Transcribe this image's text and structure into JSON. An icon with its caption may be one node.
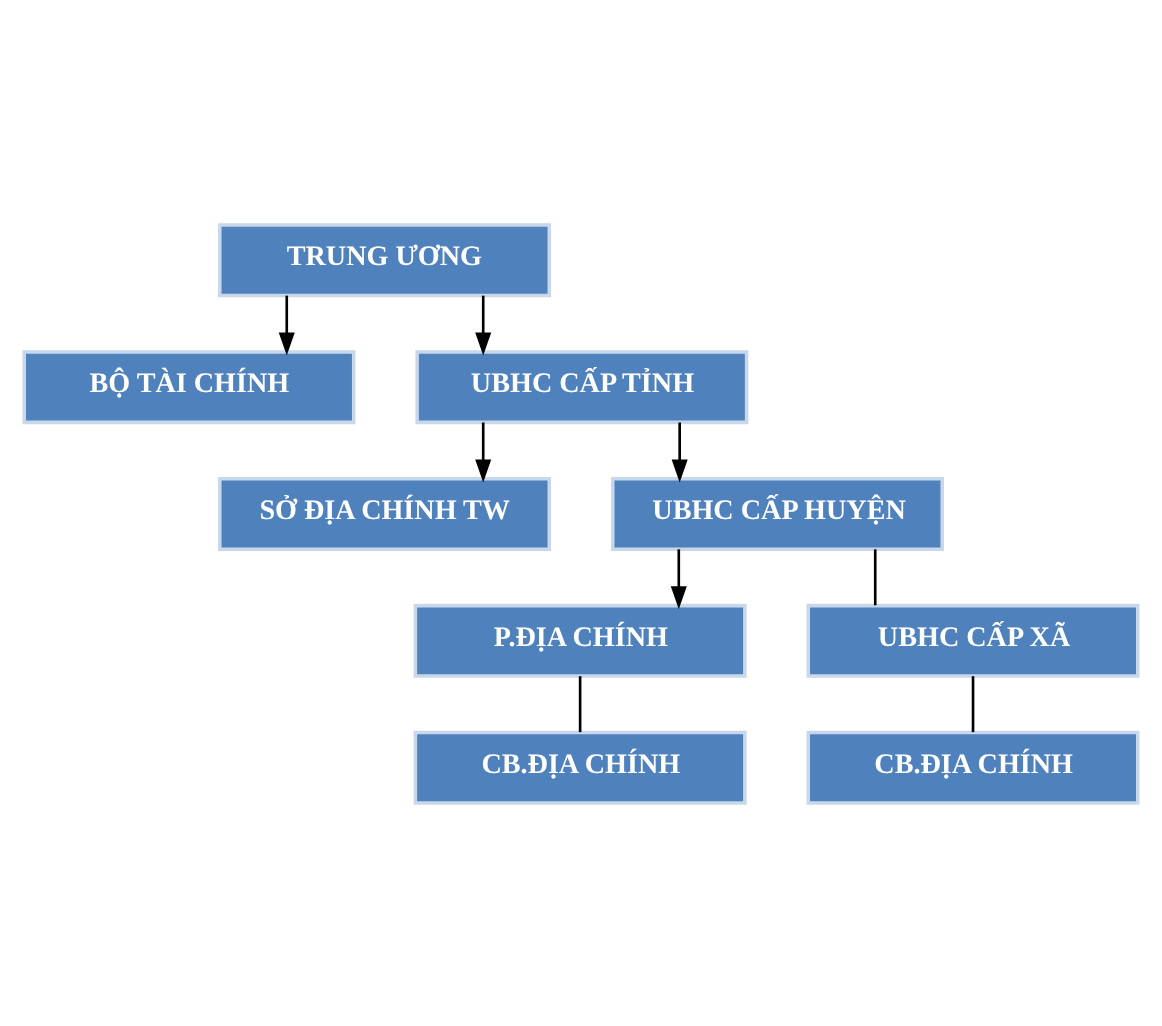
{
  "diagram": {
    "nodes": [
      {
        "text": [
          "TRUNG ƯƠNG"
        ]
      },
      {
        "text": [
          "BỘ TÀI CHÍNH"
        ]
      },
      {
        "text": [
          "UBHC CẤP TỈNH"
        ]
      },
      {
        "text": [
          "SỞ ĐỊA CHÍNH TW"
        ]
      },
      {
        "text": [
          "UBHC CẤP HUYỆN"
        ]
      },
      {
        "text": [
          "P.ĐỊA CHÍNH"
        ]
      },
      {
        "text": [
          "UBHC CẤP XÃ"
        ]
      },
      {
        "text": [
          "CB.ĐỊA CHÍNH"
        ]
      },
      {
        "text": [
          "CB.ĐỊA CHÍNH"
        ]
      }
    ],
    "edges": [
      {
        "from": 0,
        "to": 2,
        "arrow": "to"
      },
      {
        "from": 0,
        "to": 1,
        "arrow": "to"
      },
      {
        "from": 2,
        "to": 4,
        "arrow": "to"
      },
      {
        "from": 2,
        "to": 3,
        "arrow": "to"
      },
      {
        "from": 4,
        "to": 5,
        "arrow": "to"
      },
      {
        "from": 4,
        "to": 6,
        "arrow": "none"
      },
      {
        "from": 5,
        "to": 7,
        "arrow": "none"
      },
      {
        "from": 6,
        "to": 8,
        "arrow": "none"
      }
    ]
  }
}
